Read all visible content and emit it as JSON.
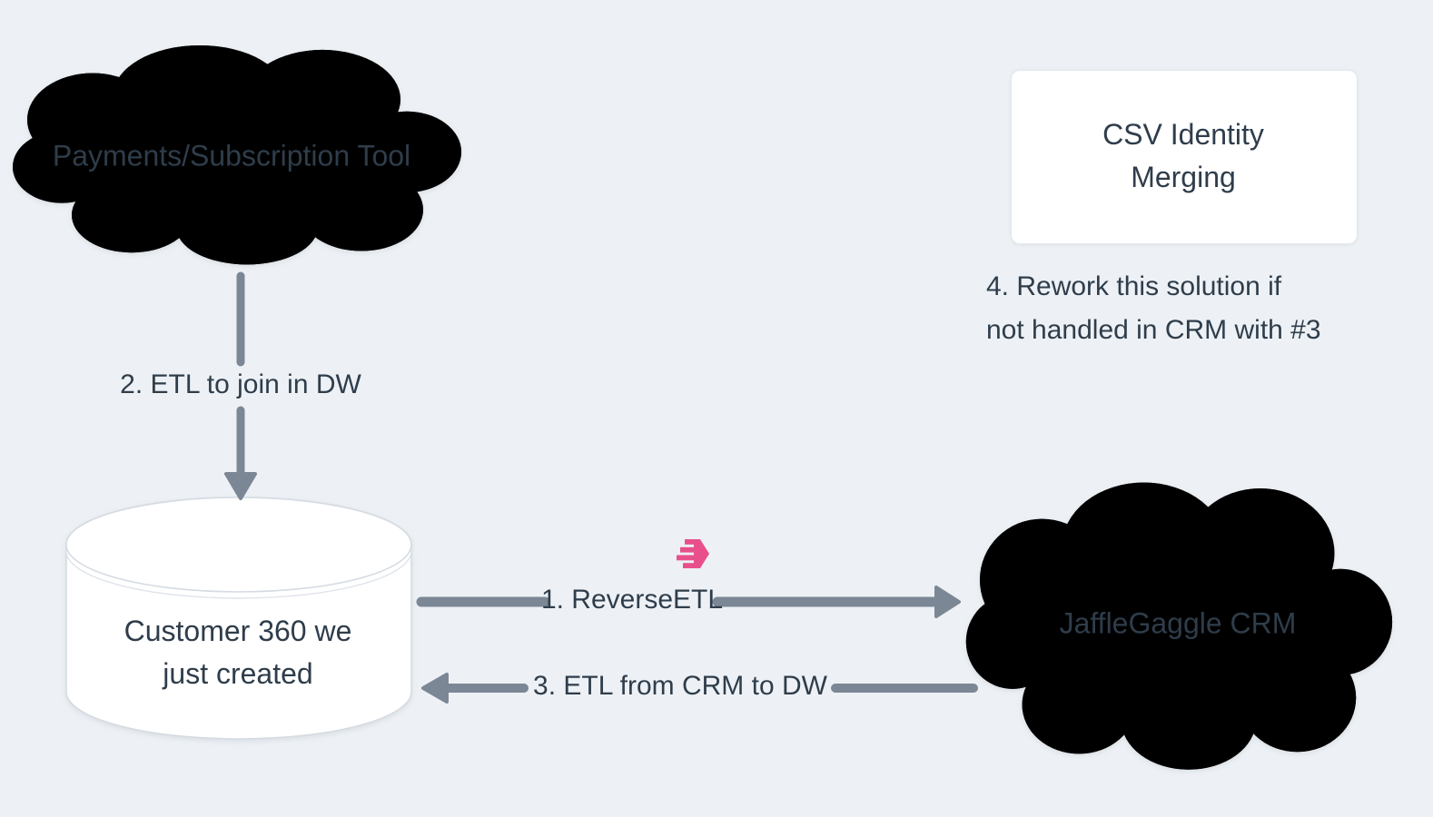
{
  "diagram": {
    "background_color": "#edf1f5",
    "shape_fill": "#ffffff",
    "shape_outline": "#d5dbe2",
    "arrow_color": "#7b8795",
    "text_color": "#2f3d4b",
    "accent_pink": "#e8508c"
  },
  "nodes": {
    "payments": {
      "label": "Payments/Subscription Tool",
      "shape": "cloud"
    },
    "csv_merging": {
      "label": "CSV Identity Merging",
      "shape": "rounded-rectangle"
    },
    "customer_360": {
      "label": "Customer 360 we\njust created",
      "shape": "database-cylinder"
    },
    "crm": {
      "label": "JaffleGaggle CRM",
      "shape": "cloud"
    }
  },
  "edges": {
    "reverse_etl": {
      "label": "1. ReverseETL",
      "from": "customer_360",
      "to": "crm",
      "direction": "right",
      "icon": "hightouch-logo-icon"
    },
    "etl_join": {
      "label": "2. ETL to join in DW",
      "from": "payments",
      "to": "customer_360",
      "direction": "down"
    },
    "etl_from_crm": {
      "label": "3. ETL from CRM to DW",
      "from": "crm",
      "to": "customer_360",
      "direction": "left"
    }
  },
  "notes": {
    "rework": {
      "text": "4. Rework this solution if\nnot handled in CRM with #3"
    }
  }
}
